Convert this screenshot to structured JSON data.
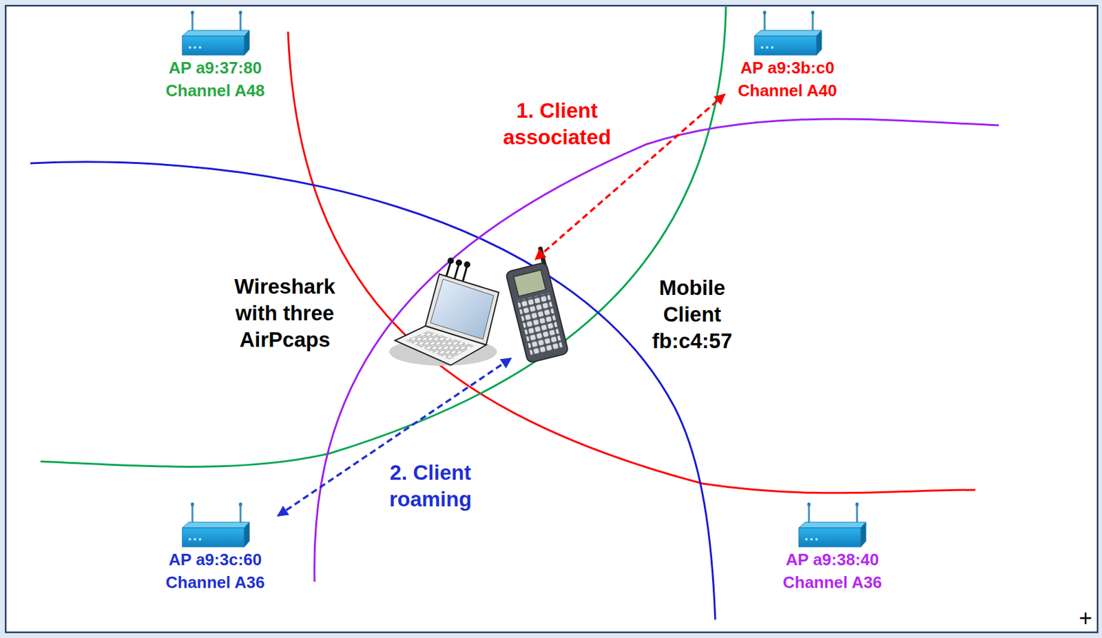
{
  "diagram": {
    "nodes": [
      {
        "text": [
          "AP a9:37:80",
          "Channel A48"
        ]
      },
      {
        "text": [
          "AP a9:3b:c0",
          "Channel A40"
        ]
      },
      {
        "text": [
          "Wireshark with three AirPcaps"
        ]
      },
      {
        "text": [
          "Mobile Client fb:c4:57"
        ]
      },
      {
        "text": [
          "AP a9:3c:60",
          "Channel A36"
        ]
      },
      {
        "text": [
          "AP a9:38:40",
          "Channel A36"
        ]
      }
    ],
    "edges": [
      {
        "from": 1,
        "to": 3,
        "arrow": "both"
      },
      {
        "from": 4,
        "to": 3,
        "arrow": "both"
      }
    ],
    "labels": [
      "1. Client associated",
      "2. Client roaming",
      "+"
    ]
  }
}
